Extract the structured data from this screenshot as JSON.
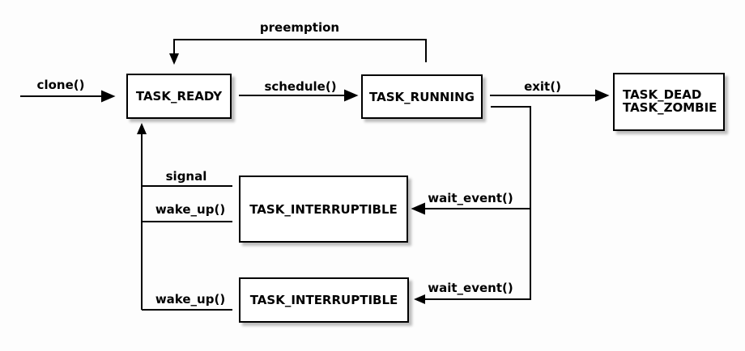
{
  "diagram": {
    "description": "Task state transition diagram",
    "colors": {
      "background": "#fdfdfd",
      "node_fill": "#ffffff",
      "line": "#000000",
      "text": "#000000"
    },
    "nodes": [
      {
        "id": "task_ready",
        "label": "TASK_READY"
      },
      {
        "id": "task_running",
        "label": "TASK_RUNNING"
      },
      {
        "id": "task_dead_zombie",
        "lines": [
          "TASK_DEAD",
          "TASK_ZOMBIE"
        ]
      },
      {
        "id": "task_interruptible_upper",
        "label": "TASK_INTERRUPTIBLE"
      },
      {
        "id": "task_interruptible_lower",
        "label": "TASK_INTERRUPTIBLE"
      }
    ],
    "edges": [
      {
        "label": "clone()",
        "from": "start",
        "to": "task_ready"
      },
      {
        "label": "schedule()",
        "from": "task_ready",
        "to": "task_running"
      },
      {
        "label": "preemption",
        "from": "task_running",
        "to": "task_ready"
      },
      {
        "label": "exit()",
        "from": "task_running",
        "to": "task_dead_zombie"
      },
      {
        "label": "wait_event()",
        "from": "task_running",
        "to": "task_interruptible_upper"
      },
      {
        "label": "wait_event()",
        "from": "task_running",
        "to": "task_interruptible_lower"
      },
      {
        "label": "signal",
        "from": "task_interruptible_upper",
        "to": "task_ready"
      },
      {
        "label": "wake_up()",
        "from": "task_interruptible_upper",
        "to": "task_ready"
      },
      {
        "label": "wake_up()",
        "from": "task_interruptible_lower",
        "to": "task_ready"
      }
    ]
  }
}
